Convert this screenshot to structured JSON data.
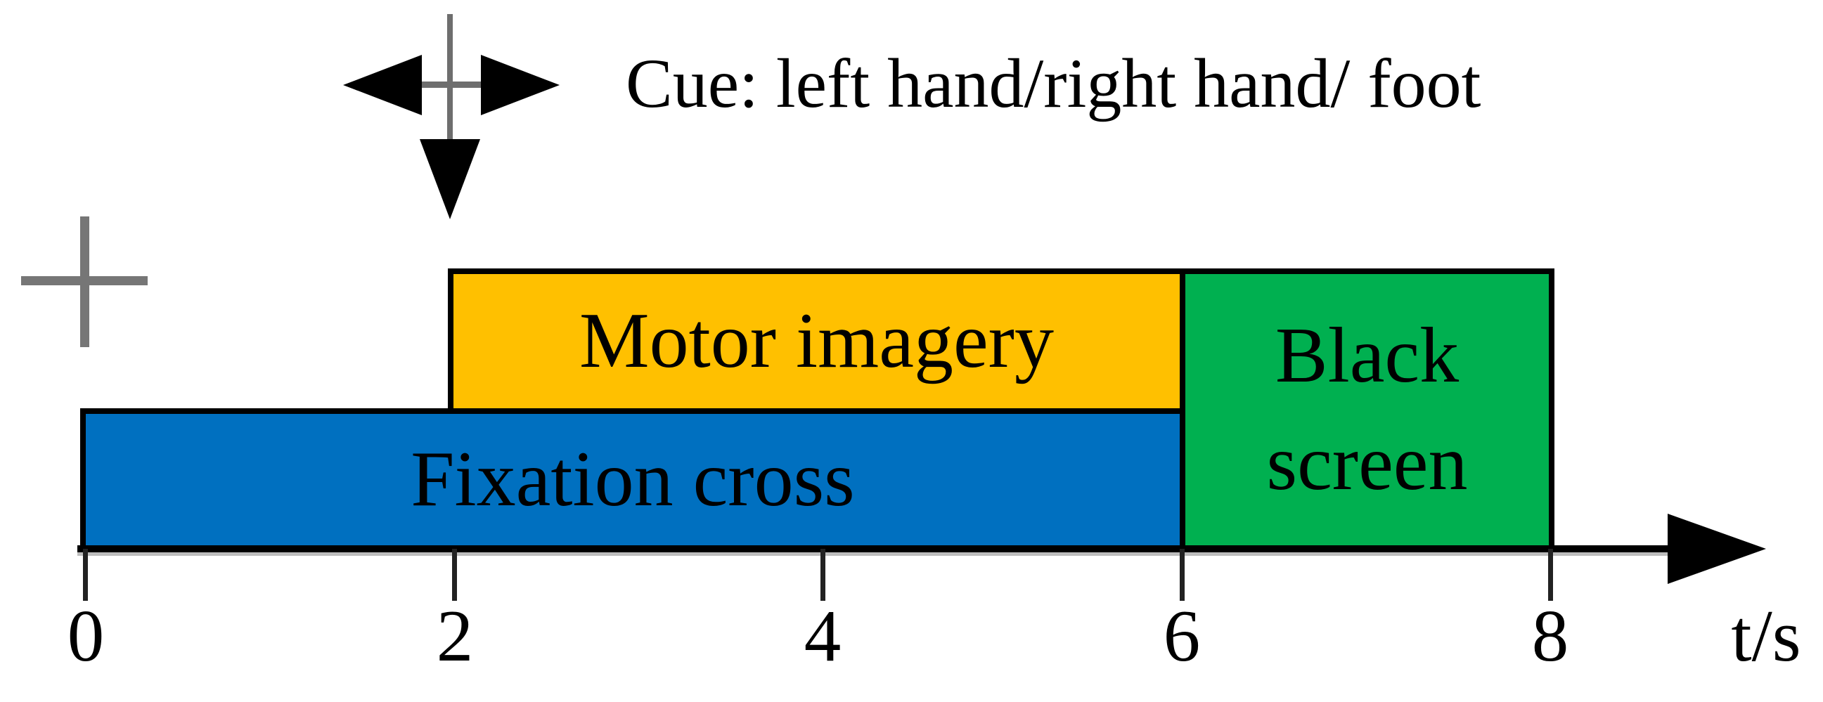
{
  "figure": {
    "description": "Timing scheme of one trial of the motor imagery experimental paradigm",
    "cue": {
      "icon": "cue-direction-arrows-icon",
      "text": "Cue: left hand/right hand/ foot",
      "time_s": 2
    },
    "fixation_symbol": {
      "icon": "fixation-cross-icon",
      "time_s": 0,
      "color": "#767676"
    },
    "bars": [
      {
        "name": "fixation-cross",
        "label": "Fixation cross",
        "start_s": 0,
        "end_s": 6,
        "color": "#0070C0"
      },
      {
        "name": "motor-imagery",
        "label": "Motor imagery",
        "start_s": 2,
        "end_s": 6,
        "color": "#FFC000"
      },
      {
        "name": "black-screen",
        "label": "Black screen",
        "label_lines": [
          "Black",
          "screen"
        ],
        "start_s": 6,
        "end_s": 8,
        "color": "#00B050"
      }
    ],
    "axis": {
      "unit_label": "t/s",
      "ticks": [
        "0",
        "2",
        "4",
        "6",
        "8"
      ],
      "min": 0,
      "max": 8,
      "arrow": "right-arrowhead-icon"
    }
  },
  "chart_data": {
    "type": "bar",
    "subtype": "horizontal-interval-timeline",
    "title": "",
    "xlabel": "t/s",
    "xlim": [
      0,
      8
    ],
    "xticks": [
      0,
      2,
      4,
      6,
      8
    ],
    "grid": false,
    "series": [
      {
        "name": "Fixation cross",
        "start": 0,
        "end": 6,
        "color": "#0070C0"
      },
      {
        "name": "Motor imagery",
        "start": 2,
        "end": 6,
        "color": "#FFC000"
      },
      {
        "name": "Black screen",
        "start": 6,
        "end": 8,
        "color": "#00B050"
      }
    ],
    "annotations": [
      {
        "text": "Cue: left hand/right hand/ foot",
        "at_x": 2,
        "symbol": "multi-direction arrow"
      },
      {
        "text": "",
        "at_x": 0,
        "symbol": "gray fixation cross"
      }
    ]
  }
}
